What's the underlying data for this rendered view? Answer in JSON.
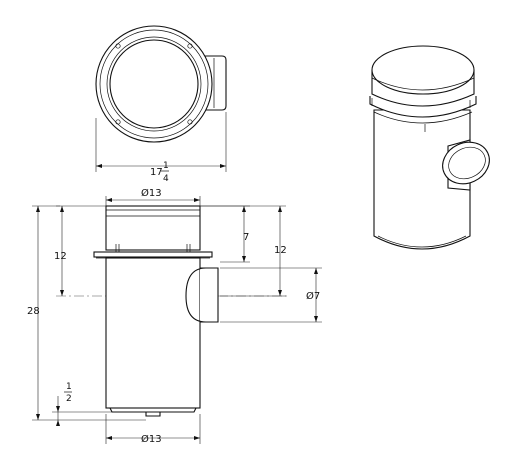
{
  "dimensions": {
    "top_width_whole": "17",
    "top_width_frac_num": "1",
    "top_width_frac_den": "4",
    "lid_diameter": "Ø13",
    "flange_to_outlet": "7",
    "body_top_to_outlet_left": "12",
    "body_top_to_outlet_right": "12",
    "outlet_diameter": "Ø7",
    "overall_height": "28",
    "base_frac_num": "1",
    "base_frac_den": "2",
    "base_diameter": "Ø13"
  }
}
